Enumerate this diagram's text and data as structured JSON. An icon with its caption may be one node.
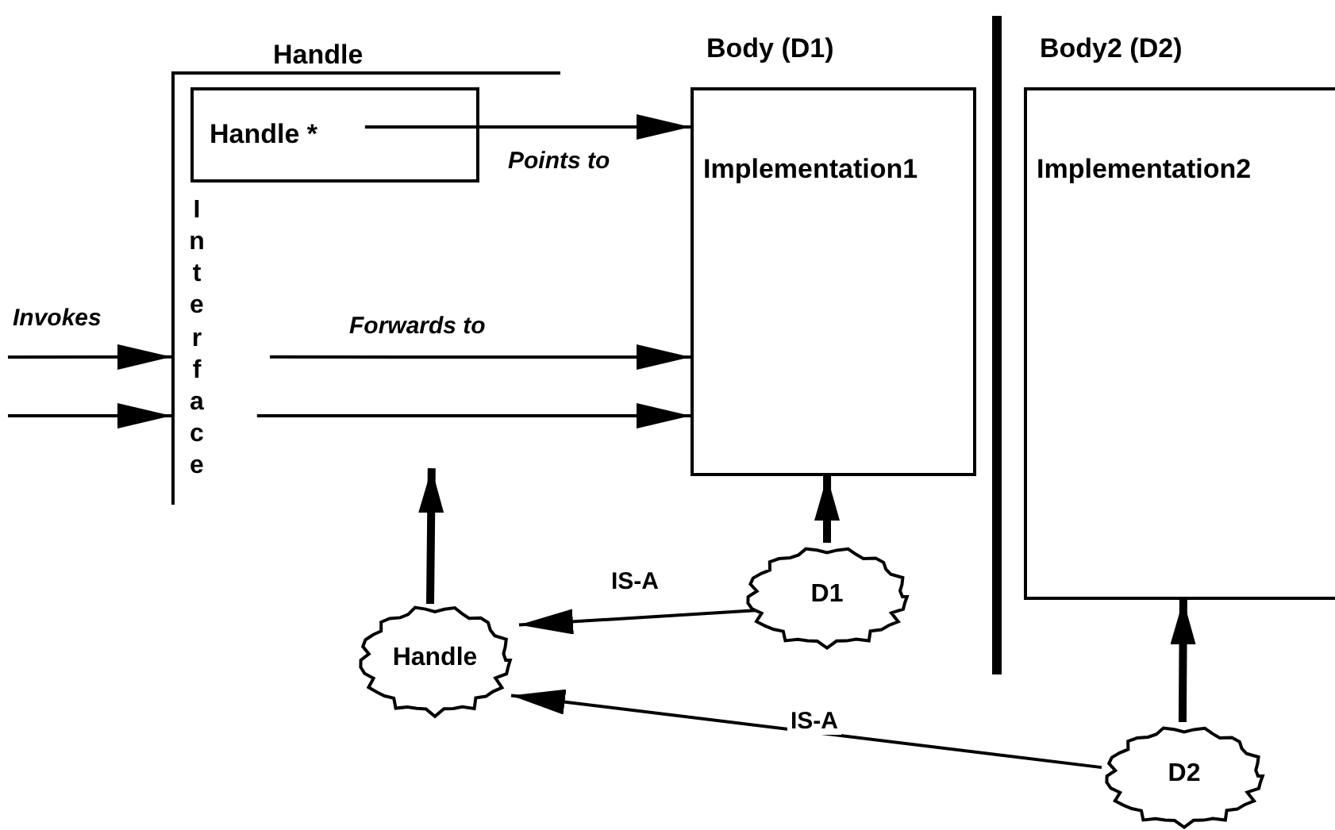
{
  "diagram": {
    "nodes": [
      {
        "text": [
          "Handle",
          "Interface"
        ]
      },
      {
        "text": [
          "Handle *"
        ],
        "in": 0
      },
      {
        "text": [
          "Body (D1)",
          "Implementation1"
        ]
      },
      {
        "text": [
          "Body2 (D2)",
          "Implementation2"
        ]
      },
      {
        "text": [
          "Handle"
        ]
      },
      {
        "text": [
          "D1"
        ]
      },
      {
        "text": [
          "D2"
        ]
      }
    ],
    "edges": [
      {
        "from": 1,
        "to": 2,
        "arrow": "to",
        "label": "Points to"
      },
      {
        "from": null,
        "to": 0,
        "arrow": "to",
        "label": "Invokes"
      },
      {
        "from": null,
        "to": 0,
        "arrow": "to"
      },
      {
        "from": 0,
        "to": 2,
        "arrow": "to",
        "label": "Forwards to"
      },
      {
        "from": 0,
        "to": 2,
        "arrow": "to"
      },
      {
        "from": 4,
        "to": 0,
        "arrow": "to",
        "style": "thick"
      },
      {
        "from": 5,
        "to": 2,
        "arrow": "to",
        "style": "thick"
      },
      {
        "from": 6,
        "to": 3,
        "arrow": "to",
        "style": "thick"
      },
      {
        "from": 5,
        "to": 4,
        "arrow": "to",
        "label": "IS-A"
      },
      {
        "from": 6,
        "to": 4,
        "arrow": "to",
        "label": "IS-A"
      }
    ]
  }
}
